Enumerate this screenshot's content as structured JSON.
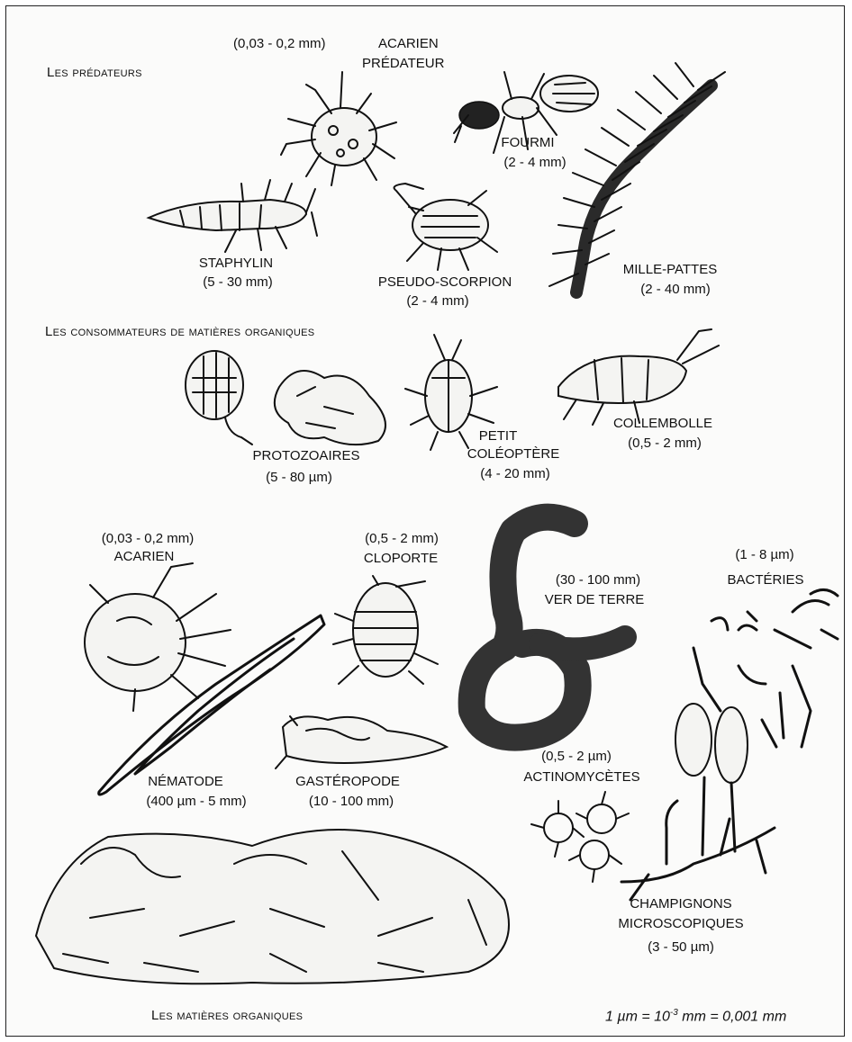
{
  "sections": {
    "predators": "Les prédateurs",
    "consumers": "Les consommateurs de matières organiques",
    "organic_matter": "Les matières organiques"
  },
  "organisms": {
    "acarien_predateur": {
      "size": "(0,03 - 0,2 mm)",
      "name": "ACARIEN",
      "name2": "PRÉDATEUR"
    },
    "fourmi": {
      "name": "FOURMI",
      "size": "(2 - 4 mm)"
    },
    "staphylin": {
      "name": "STAPHYLIN",
      "size": "(5 - 30 mm)"
    },
    "pseudo_scorpion": {
      "name": "PSEUDO-SCORPION",
      "size": "(2 - 4 mm)"
    },
    "mille_pattes": {
      "name": "MILLE-PATTES",
      "size": "(2 - 40 mm)"
    },
    "protozoaires": {
      "name": "PROTOZOAIRES",
      "size": "(5 - 80 µm)"
    },
    "petit_coleoptere": {
      "name": "PETIT",
      "name2": "COLÉOPTÈRE",
      "size": "(4 - 20 mm)"
    },
    "collembolle": {
      "name": "COLLEMBOLLE",
      "size": "(0,5 - 2 mm)"
    },
    "acarien": {
      "size": "(0,03 - 0,2 mm)",
      "name": "ACARIEN"
    },
    "cloporte": {
      "size": "(0,5 - 2 mm)",
      "name": "CLOPORTE"
    },
    "ver_de_terre": {
      "size": "(30 - 100 mm)",
      "name": "VER DE TERRE"
    },
    "bacteries": {
      "size": "(1 - 8 µm)",
      "name": "BACTÉRIES"
    },
    "nematode": {
      "name": "NÉMATODE",
      "size": "(400 µm - 5 mm)"
    },
    "gasteropode": {
      "name": "GASTÉROPODE",
      "size": "(10 - 100 mm)"
    },
    "actinomycetes": {
      "size": "(0,5 - 2 µm)",
      "name": "ACTINOMYCÈTES"
    },
    "champignons": {
      "name": "CHAMPIGNONS",
      "name2": "MICROSCOPIQUES",
      "size": "(3 - 50 µm)"
    }
  },
  "unit_note": {
    "pre": "1 µm = 10",
    "exp": "-3",
    "post": " mm = 0,001 mm"
  }
}
